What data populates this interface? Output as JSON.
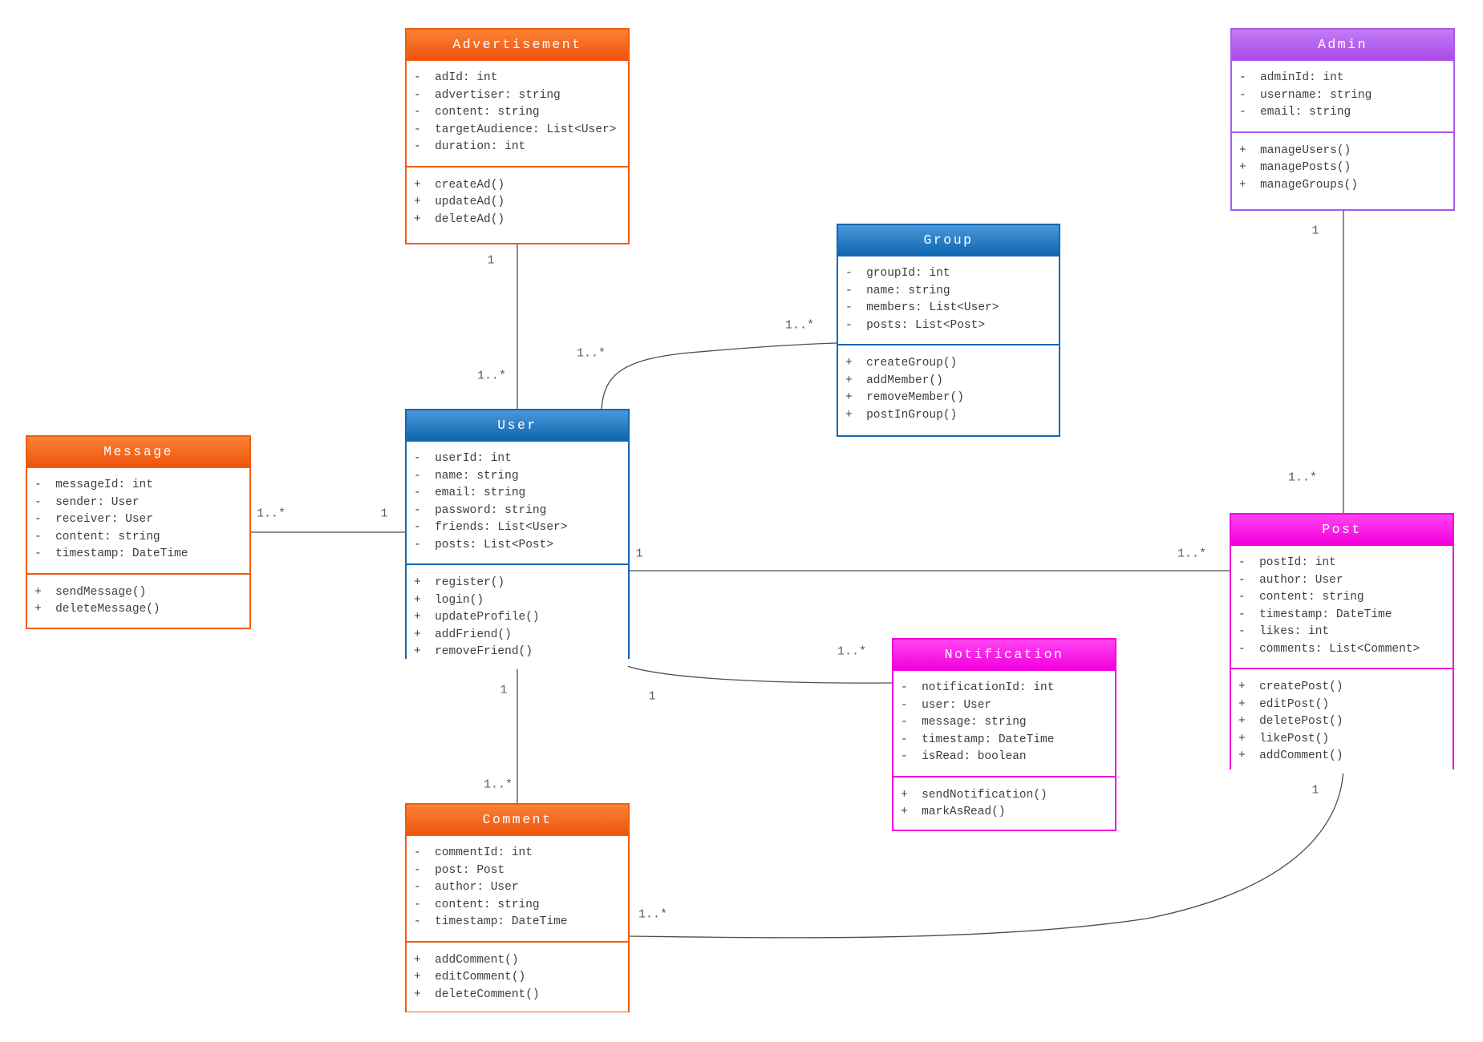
{
  "diagram": {
    "type": "uml-class-diagram",
    "title": ""
  },
  "palette": {
    "orange": {
      "border": "#ef5d10",
      "header_top": "#fb8236",
      "header_bottom": "#f0540e"
    },
    "blue": {
      "border": "#1268b3",
      "header_top": "#4c97da",
      "header_bottom": "#0e67b0"
    },
    "purple": {
      "border": "#ab58ec",
      "header_top": "#c27bf5",
      "header_bottom": "#a94be8"
    },
    "magenta": {
      "border": "#f300de",
      "header_top": "#ff44f2",
      "header_bottom": "#f200dc"
    },
    "line_color": "#4d4d4d",
    "label_color": "#5a5a5a",
    "text_color": "#3e3e3e"
  },
  "classes": [
    {
      "id": "advertisement",
      "name": "Advertisement",
      "color": "orange",
      "attributes": [
        "-  adId: int",
        "-  advertiser: string",
        "-  content: string",
        "-  targetAudience: List<User>",
        "-  duration: int"
      ],
      "methods": [
        "+  createAd()",
        "+  updateAd()",
        "+  deleteAd()"
      ]
    },
    {
      "id": "admin",
      "name": "Admin",
      "color": "purple",
      "attributes": [
        "-  adminId: int",
        "-  username: string",
        "-  email: string"
      ],
      "methods": [
        "+  manageUsers()",
        "+  managePosts()",
        "+  manageGroups()"
      ]
    },
    {
      "id": "group",
      "name": "Group",
      "color": "blue",
      "attributes": [
        "-  groupId: int",
        "-  name: string",
        "-  members: List<User>",
        "-  posts: List<Post>"
      ],
      "methods": [
        "+  createGroup()",
        "+  addMember()",
        "+  removeMember()",
        "+  postInGroup()"
      ]
    },
    {
      "id": "user",
      "name": "User",
      "color": "blue",
      "attributes": [
        "-  userId: int",
        "-  name: string",
        "-  email: string",
        "-  password: string",
        "-  friends: List<User>",
        "-  posts: List<Post>"
      ],
      "methods": [
        "+  register()",
        "+  login()",
        "+  updateProfile()",
        "+  addFriend()",
        "+  removeFriend()"
      ]
    },
    {
      "id": "message",
      "name": "Message",
      "color": "orange",
      "attributes": [
        "-  messageId: int",
        "-  sender: User",
        "-  receiver: User",
        "-  content: string",
        "-  timestamp: DateTime"
      ],
      "methods": [
        "+  sendMessage()",
        "+  deleteMessage()"
      ]
    },
    {
      "id": "post",
      "name": "Post",
      "color": "magenta",
      "attributes": [
        "-  postId: int",
        "-  author: User",
        "-  content: string",
        "-  timestamp: DateTime",
        "-  likes: int",
        "-  comments: List<Comment>"
      ],
      "methods": [
        "+  createPost()",
        "+  editPost()",
        "+  deletePost()",
        "+  likePost()",
        "+  addComment()"
      ]
    },
    {
      "id": "notification",
      "name": "Notification",
      "color": "magenta",
      "attributes": [
        "-  notificationId: int",
        "-  user: User",
        "-  message: string",
        "-  timestamp: DateTime",
        "-  isRead: boolean"
      ],
      "methods": [
        "+  sendNotification()",
        "+  markAsRead()"
      ]
    },
    {
      "id": "comment",
      "name": "Comment",
      "color": "orange",
      "attributes": [
        "-  commentId: int",
        "-  post: Post",
        "-  author: User",
        "-  content: string",
        "-  timestamp: DateTime"
      ],
      "methods": [
        "+  addComment()",
        "+  editComment()",
        "+  deleteComment()"
      ]
    }
  ],
  "connectors": [
    {
      "id": "advertisement-user",
      "from": "Advertisement",
      "to": "User",
      "from_label": "1",
      "to_label": "1..*"
    },
    {
      "id": "user-group",
      "from": "User",
      "to": "Group",
      "from_label": "1..*",
      "to_label": "1..*"
    },
    {
      "id": "message-user",
      "from": "Message",
      "to": "User",
      "from_label": "1..*",
      "to_label": "1"
    },
    {
      "id": "user-post",
      "from": "User",
      "to": "Post",
      "from_label": "1",
      "to_label": "1..*"
    },
    {
      "id": "user-notification",
      "from": "User",
      "to": "Notification",
      "from_label": "1",
      "to_label": "1..*"
    },
    {
      "id": "user-comment",
      "from": "User",
      "to": "Comment",
      "from_label": "1",
      "to_label": "1..*"
    },
    {
      "id": "admin-post",
      "from": "Admin",
      "to": "Post",
      "from_label": "1",
      "to_label": "1..*"
    },
    {
      "id": "post-comment",
      "from": "Post",
      "to": "Comment",
      "from_label": "1",
      "to_label": "1..*"
    }
  ]
}
